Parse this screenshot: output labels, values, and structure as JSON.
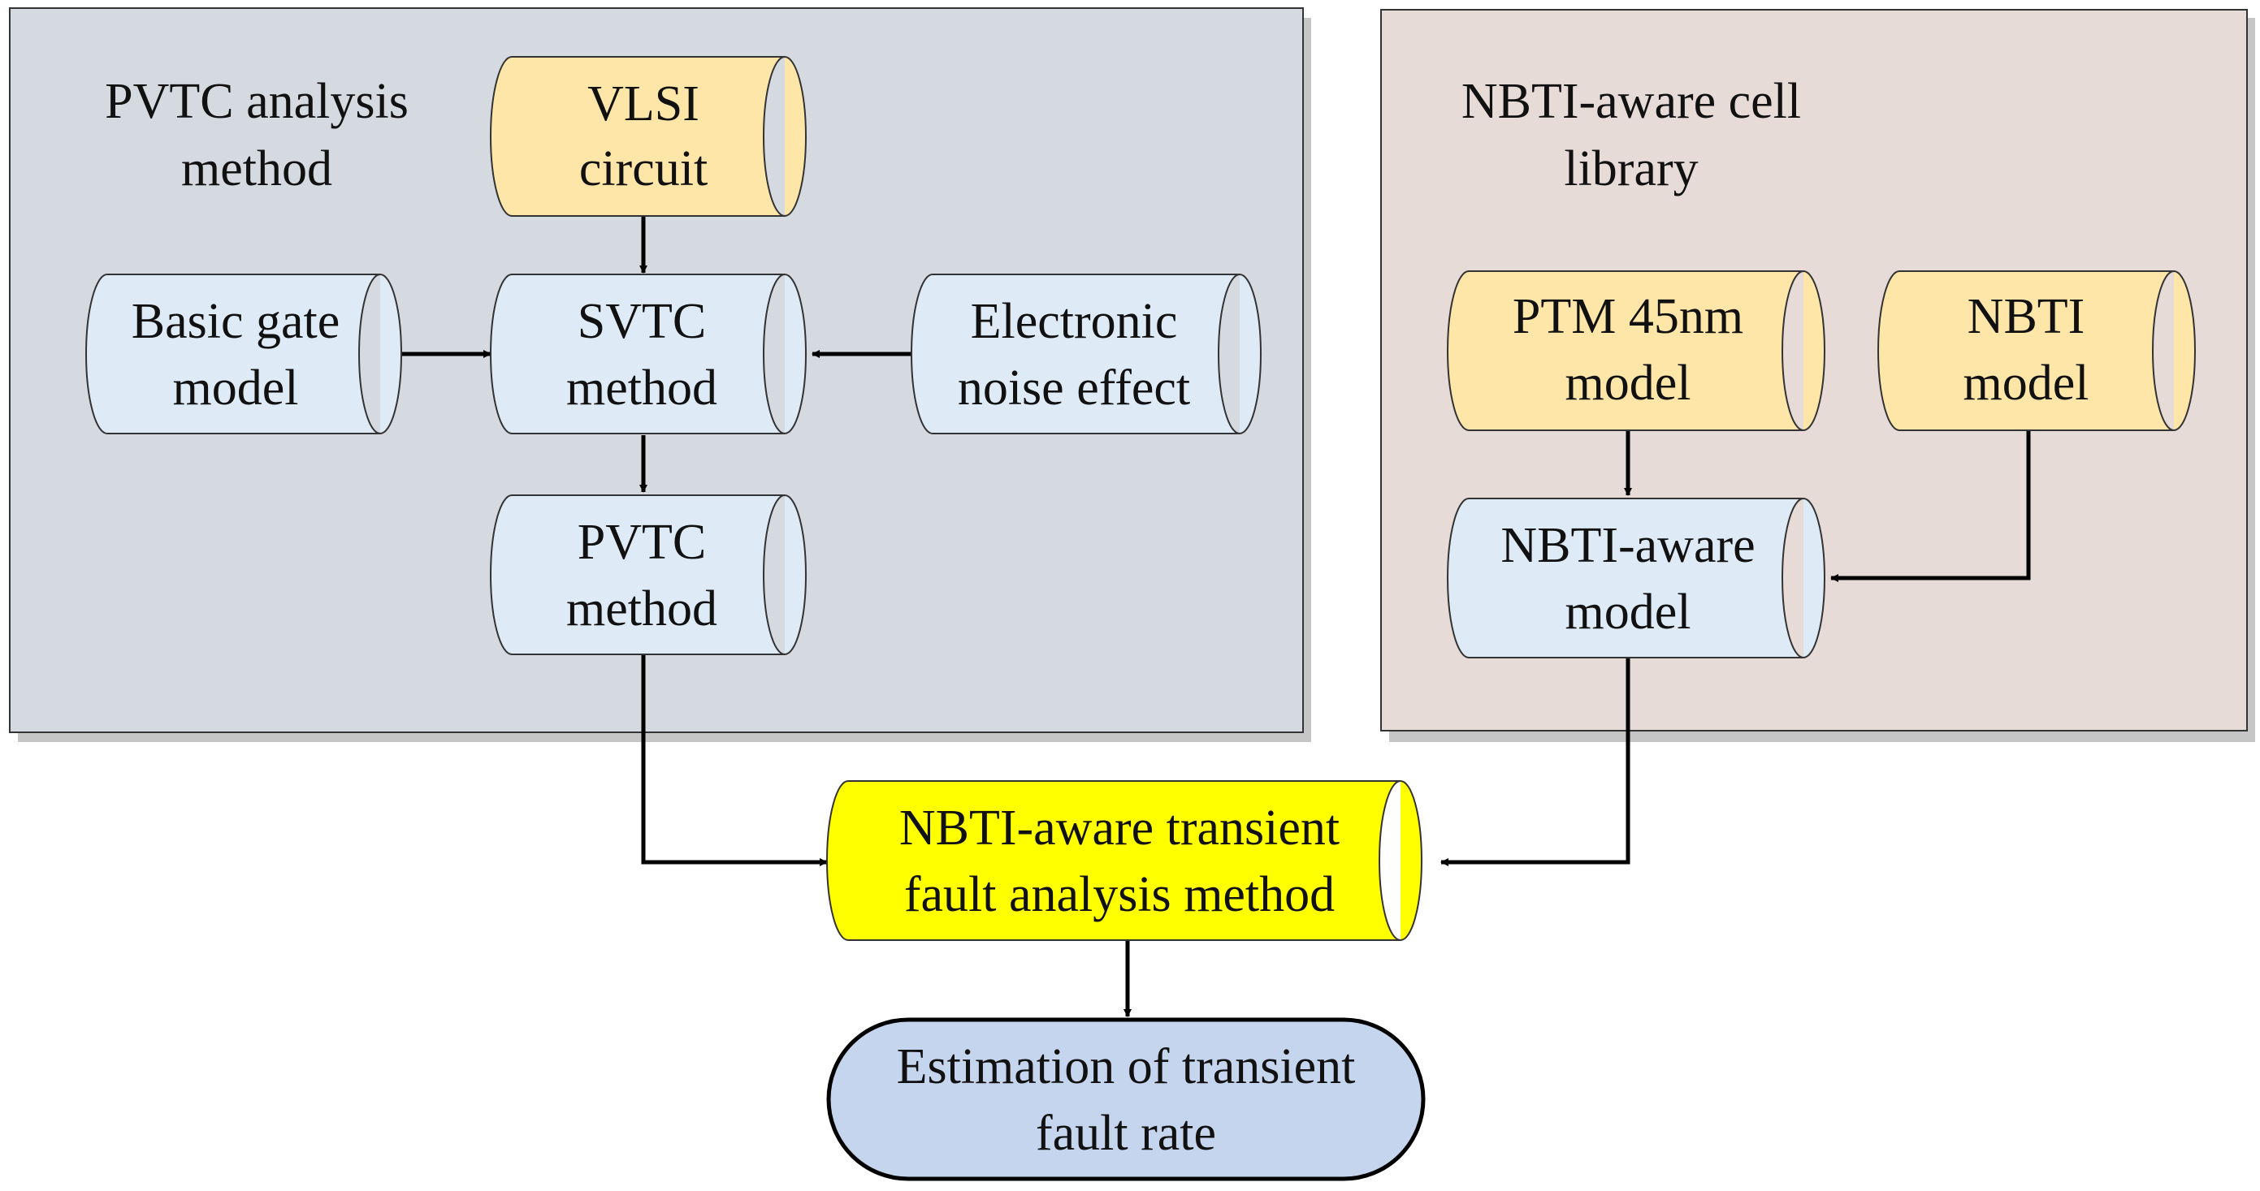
{
  "panels": {
    "pvtc": {
      "title_line1": "PVTC analysis",
      "title_line2": "method",
      "fill": "#d5dae1"
    },
    "nbti": {
      "title_line1": "NBTI-aware cell",
      "title_line2": "library",
      "fill": "#e6dbd7"
    }
  },
  "nodes": {
    "vlsi": {
      "line1": "VLSI",
      "line2": "circuit",
      "fill": "#fde6a8"
    },
    "basic": {
      "line1": "Basic gate",
      "line2": "model",
      "fill": "#deebf6"
    },
    "svtc": {
      "line1": "SVTC",
      "line2": "method",
      "fill": "#deebf6"
    },
    "noise": {
      "line1": "Electronic",
      "line2": "noise effect",
      "fill": "#deebf6"
    },
    "pvtc": {
      "line1": "PVTC",
      "line2": "method",
      "fill": "#deebf6"
    },
    "ptm": {
      "line1": "PTM 45nm",
      "line2": "model",
      "fill": "#fde6a8"
    },
    "nbti": {
      "line1": "NBTI",
      "line2": "model",
      "fill": "#fde6a8"
    },
    "nbtiaware": {
      "line1": "NBTI-aware",
      "line2": "model",
      "fill": "#deebf6"
    },
    "transient": {
      "line1": "NBTI-aware transient",
      "line2": "fault analysis method",
      "fill": "#ffff00"
    },
    "estimation": {
      "line1": "Estimation of transient",
      "line2": "fault rate",
      "fill": "#c5d5ee"
    }
  }
}
